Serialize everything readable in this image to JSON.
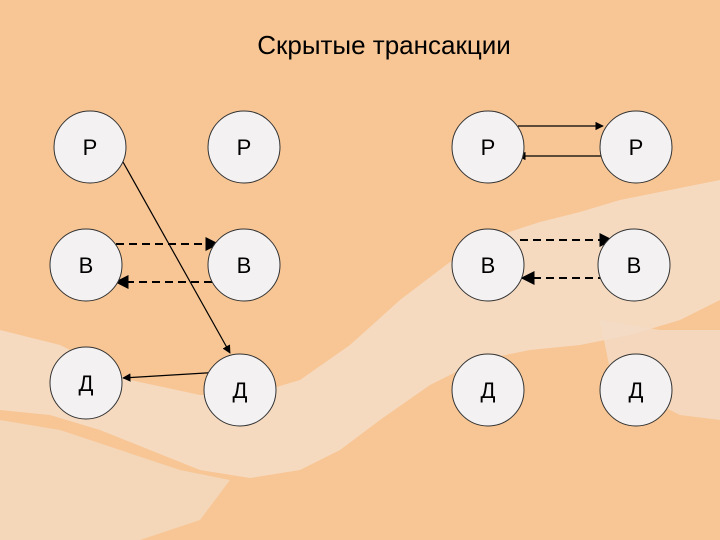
{
  "slide": {
    "title": "Скрытые трансакции",
    "background_color": "#f8c695"
  },
  "diagram": {
    "row_labels": [
      "Р",
      "В",
      "Д"
    ],
    "columns": 4,
    "node_fill": "#f3f1f1",
    "node_stroke": "#333333",
    "connections": [
      {
        "from": "col1-Р",
        "to": "col2-Д",
        "style": "solid",
        "direction": "forward"
      },
      {
        "from": "col2-Д",
        "to": "col1-Д",
        "style": "solid",
        "direction": "forward"
      },
      {
        "from": "col1-В",
        "to": "col2-В",
        "style": "dashed",
        "direction": "forward"
      },
      {
        "from": "col2-В",
        "to": "col1-В",
        "style": "dashed",
        "direction": "forward"
      },
      {
        "from": "col3-Р",
        "to": "col4-Р",
        "style": "solid",
        "direction": "forward"
      },
      {
        "from": "col4-Р",
        "to": "col3-Р",
        "style": "solid",
        "direction": "forward"
      },
      {
        "from": "col3-В",
        "to": "col4-В",
        "style": "dashed",
        "direction": "forward"
      },
      {
        "from": "col4-В",
        "to": "col3-В",
        "style": "dashed",
        "direction": "forward"
      }
    ]
  }
}
